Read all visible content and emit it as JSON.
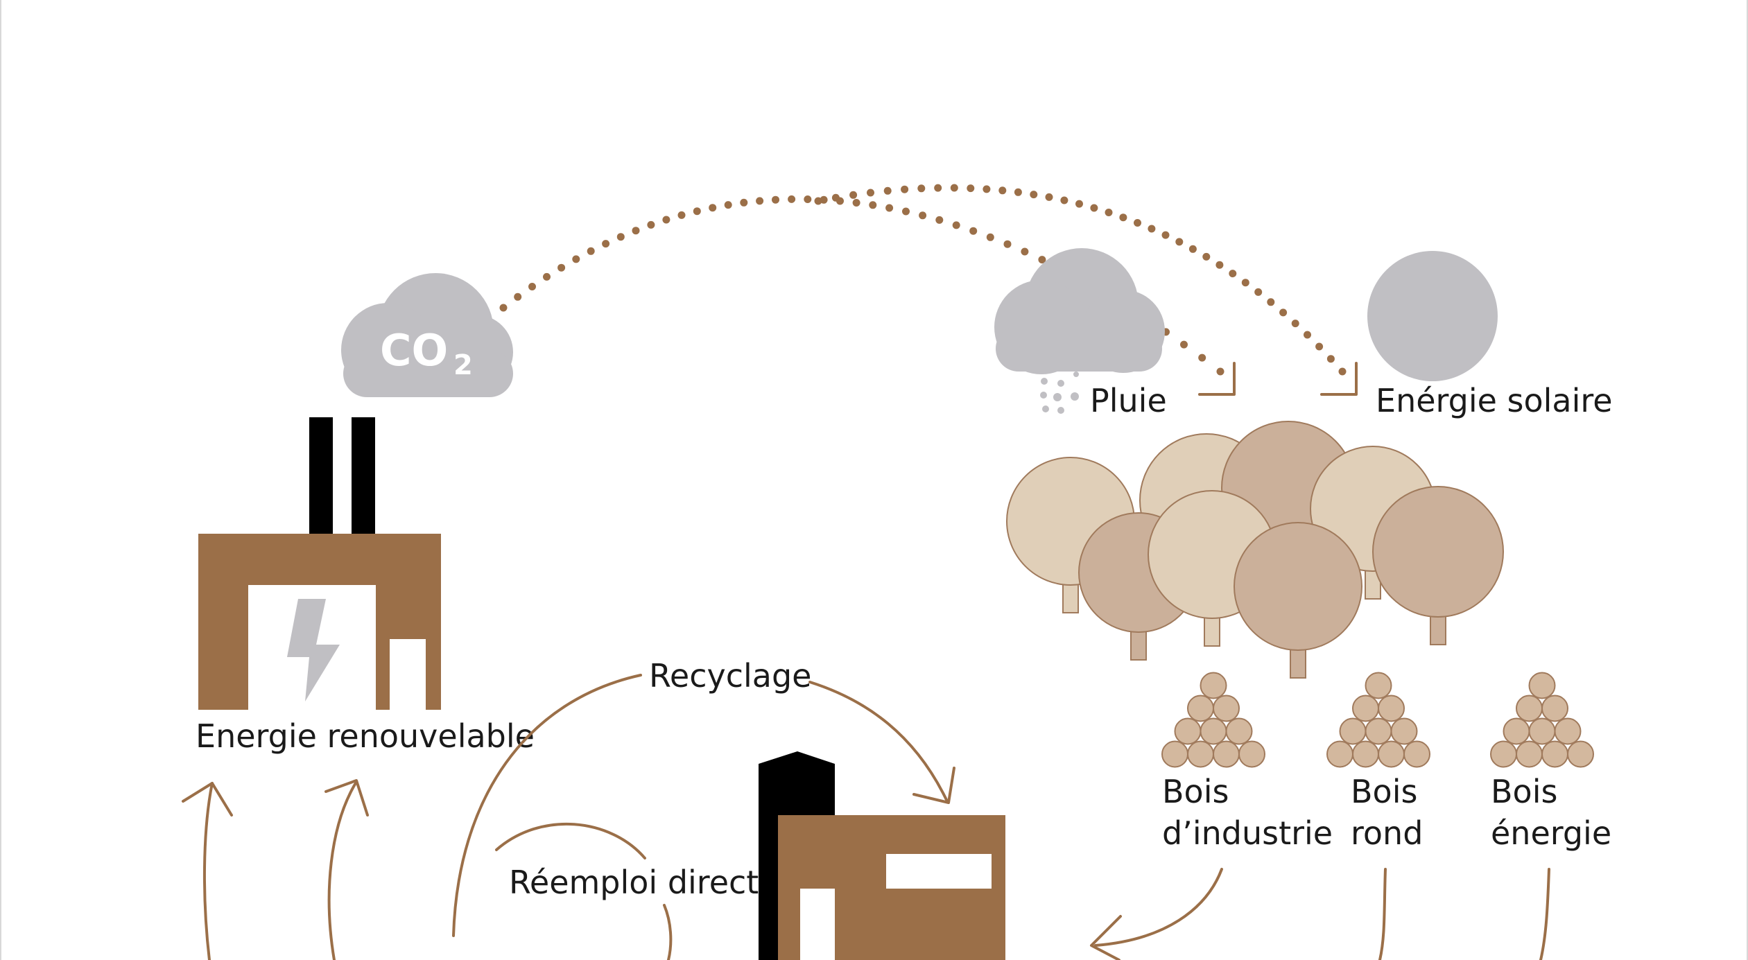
{
  "labels": {
    "co2_main": "CO",
    "co2_sub": "2",
    "rain": "Pluie",
    "solar": "Enérgie solaire",
    "renewable": "Energie renouvelable",
    "recycling": "Recyclage",
    "direct_reuse": "Réemploi direct",
    "wood_industry_1": "Bois",
    "wood_industry_2": "d’industrie",
    "wood_round_1": "Bois",
    "wood_round_2": "rond",
    "wood_energy_1": "Bois",
    "wood_energy_2": "énergie"
  },
  "colors": {
    "brown": "#9b6f48",
    "dot": "#9b6f48",
    "grey": "#c0bfc3",
    "tree_light": "#e0cfb8",
    "tree_dark": "#cbb09a",
    "tree_stroke": "#a07a5c",
    "log_fill": "#d3b89e",
    "black": "#000000",
    "text": "#1a1a1a"
  },
  "icons": {
    "co2_cloud": "cloud-icon",
    "rain_cloud": "rain-cloud-icon",
    "sun": "sun-icon",
    "power_plant": "power-plant-icon",
    "lightning": "lightning-icon",
    "forest": "forest-icon",
    "log_pile": "log-pile-icon",
    "sawmill": "sawmill-icon"
  }
}
